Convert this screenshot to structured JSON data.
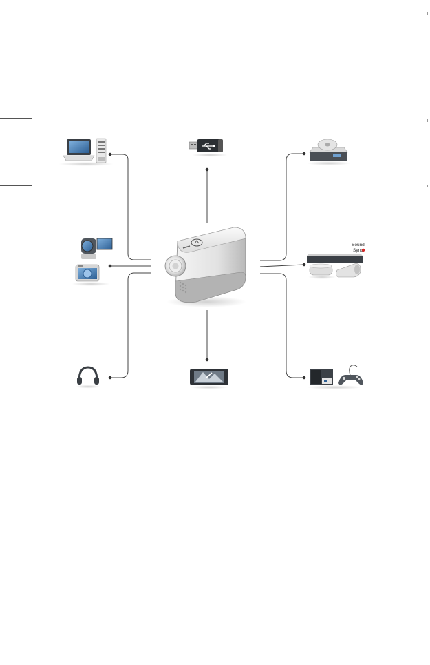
{
  "diagram": {
    "center_device": {
      "icon": "projector-icon"
    },
    "devices": [
      {
        "icon": "laptop-pc-icon",
        "position": "top-left"
      },
      {
        "icon": "usb-drive-icon",
        "position": "top"
      },
      {
        "icon": "dvd-player-icon",
        "position": "top-right"
      },
      {
        "icon": "camcorder-camera-icon",
        "position": "middle-left"
      },
      {
        "icon": "soundbar-speakers-icon",
        "position": "middle-right",
        "label_line1": "Sound",
        "label_line2": "Sync"
      },
      {
        "icon": "headphones-icon",
        "position": "bottom-left"
      },
      {
        "icon": "smartphone-icon",
        "position": "bottom"
      },
      {
        "icon": "console-gamepad-icon",
        "position": "bottom-right"
      }
    ]
  },
  "colors": {
    "line": "#444444",
    "device_light": "#e9e9e9",
    "device_mid": "#c8c8c8",
    "device_dark": "#2f3338",
    "screen_blue": "#3d78b5",
    "accent_red": "#d62828"
  }
}
